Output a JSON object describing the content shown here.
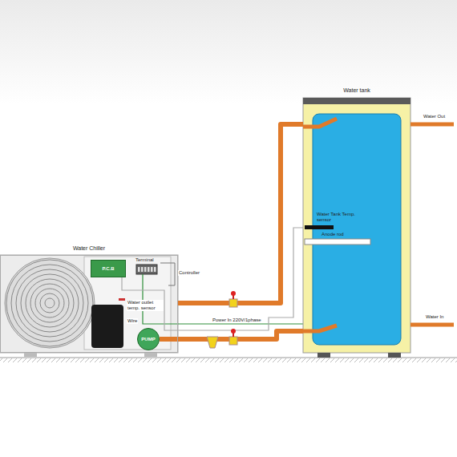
{
  "diagram": {
    "nodes": [
      {
        "text": [
          "Water Chiller"
        ]
      },
      {
        "text": [
          "P.C.B"
        ],
        "in": 0
      },
      {
        "text": [
          "PUMP"
        ],
        "in": 0
      },
      {
        "text": [
          "Water tank"
        ]
      }
    ],
    "edges": [
      {
        "from": 0,
        "to": 3,
        "arrow": "none"
      },
      {
        "from": 3,
        "to": 2,
        "arrow": "none"
      }
    ],
    "labels": [
      "Terminal",
      "Controller",
      "Water outlet temp. sensor",
      "Wire",
      "Power In 220V/1phase",
      "Water Tank Temp. sensor",
      "Anode rod",
      "Water Out",
      "Water In"
    ]
  }
}
